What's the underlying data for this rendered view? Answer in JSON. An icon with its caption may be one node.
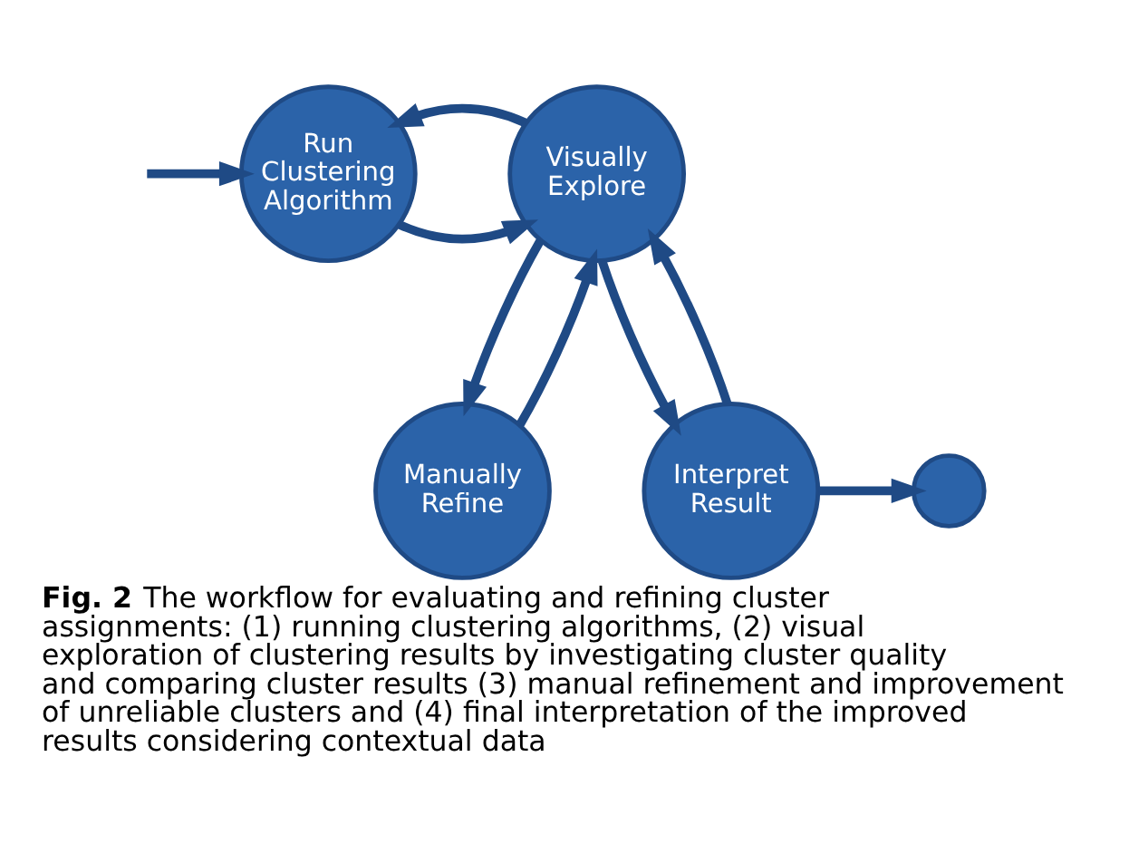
{
  "diagram": {
    "caption": "**Fig. 2** The workflow for evaluating and refining cluster assignments: (1) running clustering algorithms, (2) visual exploration of clustering results by investigating cluster quality and comparing cluster results (3) manual refinement and improvement of unreliable clusters and (4) final interpretation of the improved results considering contextual data",
    "nodes": [
      {
        "text": [
          "Run Clustering Algorithm"
        ]
      },
      {
        "text": [
          "Visually Explore"
        ]
      },
      {
        "text": [
          "Manually Refine"
        ]
      },
      {
        "text": [
          "Interpret Result"
        ]
      },
      {
        "text": [],
        "shape": "circle"
      }
    ],
    "edges": [
      {
        "from": null,
        "to": 0,
        "arrow": "to"
      },
      {
        "from": 0,
        "to": 1,
        "arrow": "to"
      },
      {
        "from": 1,
        "to": 0,
        "arrow": "to"
      },
      {
        "from": 1,
        "to": 3,
        "arrow": "to"
      },
      {
        "from": 3,
        "to": 1,
        "arrow": "to"
      },
      {
        "from": 1,
        "to": 2,
        "arrow": "to"
      },
      {
        "from": 2,
        "to": 1,
        "arrow": "to"
      },
      {
        "from": 3,
        "to": 4,
        "arrow": "to"
      }
    ]
  }
}
